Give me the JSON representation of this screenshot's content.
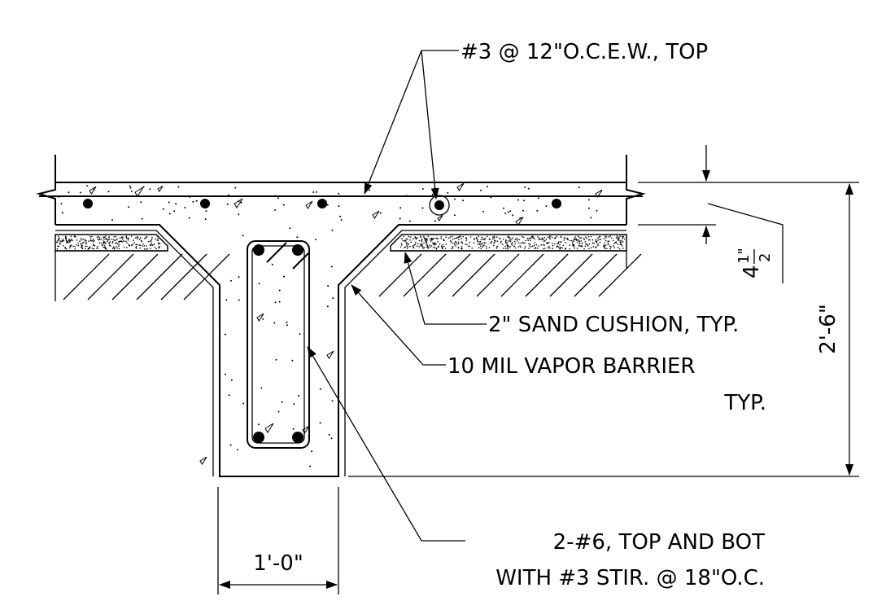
{
  "labels": {
    "top_rebar": "#3 @ 12\"O.C.E.W., TOP",
    "sand_cushion": "2\" SAND CUSHION, TYP.",
    "vapor_barrier_line1": "10 MIL VAPOR BARRIER",
    "vapor_barrier_line2": "TYP.",
    "beam_rebar_line1": "2-#6, TOP AND BOT",
    "beam_rebar_line2": "WITH #3 STIR. @ 18\"O.C."
  },
  "dimensions": {
    "slab_thickness_whole": "4",
    "slab_thickness_num": "1\"",
    "slab_thickness_den": "2",
    "total_depth": "2'-6\"",
    "beam_width": "1'-0\""
  }
}
